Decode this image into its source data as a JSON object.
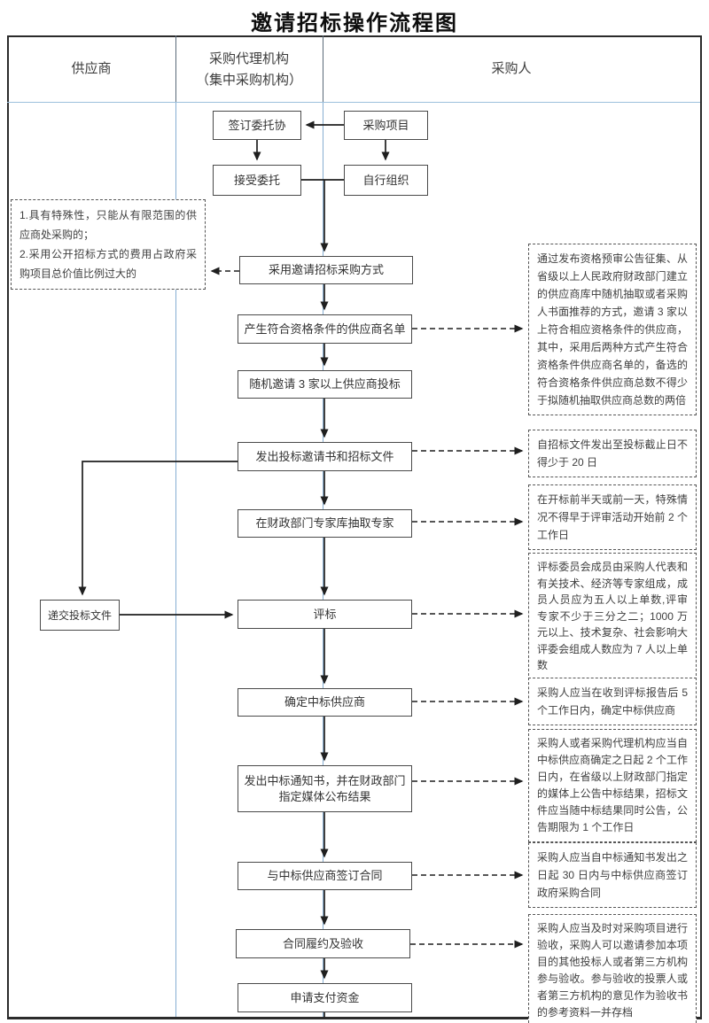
{
  "title": "邀请招标操作流程图",
  "columns": {
    "supplier": "供应商",
    "agency_line1": "采购代理机构",
    "agency_line2": "（集中采购机构）",
    "purchaser": "采购人"
  },
  "nodes": {
    "sign_agreement": "签订委托协",
    "procurement_project": "采购项目",
    "accept_entrustment": "接受委托",
    "self_organize": "自行组织",
    "adopt_method": "采用邀请招标采购方式",
    "generate_list": "产生符合资格条件的供应商名单",
    "random_invite": "随机邀请 3 家以上供应商投标",
    "issue_invitation": "发出投标邀请书和招标文件",
    "extract_experts": "在财政部门专家库抽取专家",
    "evaluation": "评标",
    "submit_bid": "递交投标文件",
    "determine_winner": "确定中标供应商",
    "issue_notice": "发出中标通知书，并在财政部门指定媒体公布结果",
    "sign_contract": "与中标供应商签订合同",
    "performance": "合同履约及验收",
    "payment": "申请支付资金"
  },
  "notes": {
    "left_item1": "1.具有特殊性，只能从有限范围的供应商处采购的；",
    "left_item2": "2.采用公开招标方式的费用占政府采购项目总价值比例过大的",
    "qualification": "通过发布资格预审公告征集、从省级以上人民政府财政部门建立的供应商库中随机抽取或者采购人书面推荐的方式，邀请 3 家以上符合相应资格条件的供应商，其中，采用后两种方式产生符合资格条件供应商名单的，备选的符合资格条件供应商总数不得少于拟随机抽取供应商总数的两倍",
    "deadline20": "自招标文件发出至投标截止日不得少于 20 日",
    "expert_timing": "在开标前半天或前一天，特殊情况不得早于评审活动开始前 2 个工作日",
    "committee": "评标委员会成员由采购人代表和有关技术、经济等专家组成，成员人员应为五人以上单数,评审专家不少于三分之二；1000 万元以上、技术复杂、社会影响大评委会组成人数应为 7 人以上单数",
    "confirm_5days": "采购人应当在收到评标报告后 5 个工作日内，确定中标供应商",
    "announce_result": "采购人或者采购代理机构应当自中标供应商确定之日起 2 个工作日内，在省级以上财政部门指定的媒体上公告中标结果，招标文件应当随中标结果同时公告，公告期限为 1 个工作日",
    "sign_30days": "采购人应当自中标通知书发出之日起 30 日内与中标供应商签订政府采购合同",
    "acceptance": "采购人应当及时对采购项目进行验收，采购人可以邀请参加本项目的其他投标人或者第三方机构参与验收。参与验收的投票人或者第三方机构的意见作为验收书的参考资料一并存档"
  },
  "colors": {
    "divider_blue": "#86aed2",
    "line_color": "#1f1f1f",
    "border_color": "#2b2b2b"
  }
}
